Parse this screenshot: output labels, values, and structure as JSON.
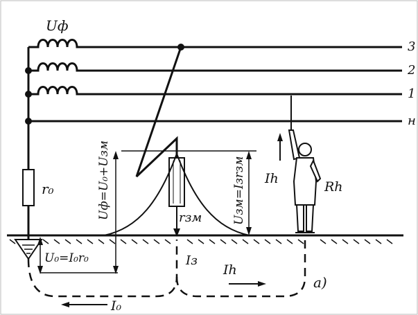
{
  "labels": {
    "phase_voltage": "Uф",
    "line_3": "3",
    "line_2": "2",
    "line_1": "1",
    "line_neutral": "н",
    "r0": "r₀",
    "u_phase_eq": "Uф=U₀+Uзм",
    "u_zm_eq": "Uзм=Iзrзм",
    "r_zm": "rзм",
    "u0_eq": "U₀=I₀r₀",
    "i_h_person": "Ih",
    "r_h": "Rh",
    "i_z": "Iз",
    "i_h_ground": "Ih",
    "i_0": "I₀",
    "panel_label": "а)"
  }
}
